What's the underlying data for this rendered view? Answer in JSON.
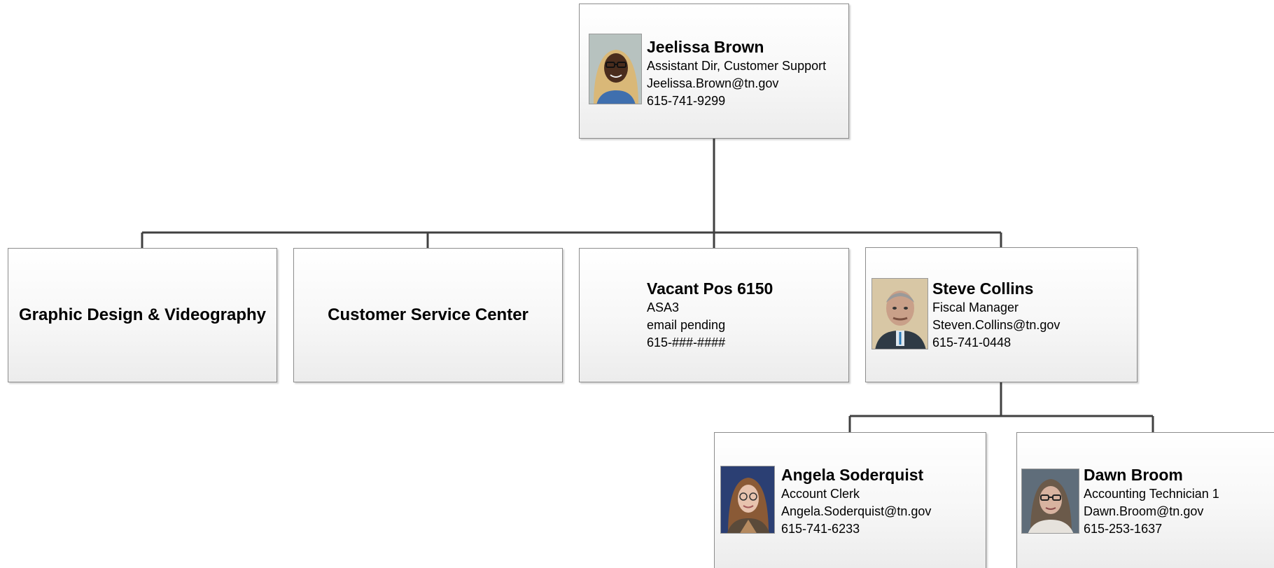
{
  "org": {
    "root": {
      "name": "Jeelissa Brown",
      "title": "Assistant Dir, Customer Support",
      "email": "Jeelissa.Brown@tn.gov",
      "phone": "615-741-9299"
    },
    "graphic_design": {
      "label": "Graphic Design & Videography"
    },
    "customer_service": {
      "label": "Customer Service Center"
    },
    "vacant": {
      "name": "Vacant Pos 6150",
      "title": "ASA3",
      "email": "email pending",
      "phone": "615-###-####"
    },
    "steve": {
      "name": "Steve Collins",
      "title": "Fiscal Manager",
      "email": "Steven.Collins@tn.gov",
      "phone": "615-741-0448"
    },
    "angela": {
      "name": "Angela Soderquist",
      "title": "Account Clerk",
      "email": "Angela.Soderquist@tn.gov",
      "phone": "615-741-6233"
    },
    "dawn": {
      "name": "Dawn Broom",
      "title": "Accounting Technician 1",
      "email": "Dawn.Broom@tn.gov",
      "phone": "615-253-1637"
    }
  },
  "colors": {
    "connector": "#404040",
    "box_border": "#8c8c8c"
  }
}
